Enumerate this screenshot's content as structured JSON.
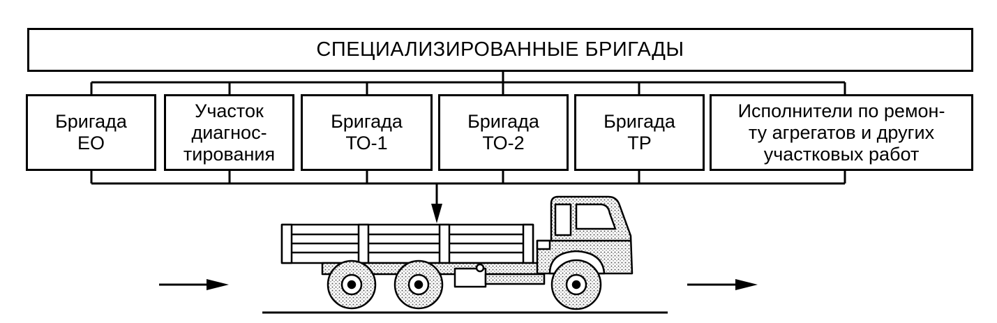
{
  "header": {
    "title": "СПЕЦИАЛИЗИРОВАННЫЕ БРИГАДЫ"
  },
  "units": [
    {
      "label": "Бригада\nЕО"
    },
    {
      "label": "Участок\nдиагнос-\nтирования"
    },
    {
      "label": "Бригада\nТО-1"
    },
    {
      "label": "Бригада\nТО-2"
    },
    {
      "label": "Бригада\nТР"
    },
    {
      "label": "Исполнители по ремон-\nту агрегатов и других\nучастковых работ"
    }
  ],
  "icons": [
    "truck-icon",
    "arrow-right-icon",
    "arrow-down-icon"
  ]
}
